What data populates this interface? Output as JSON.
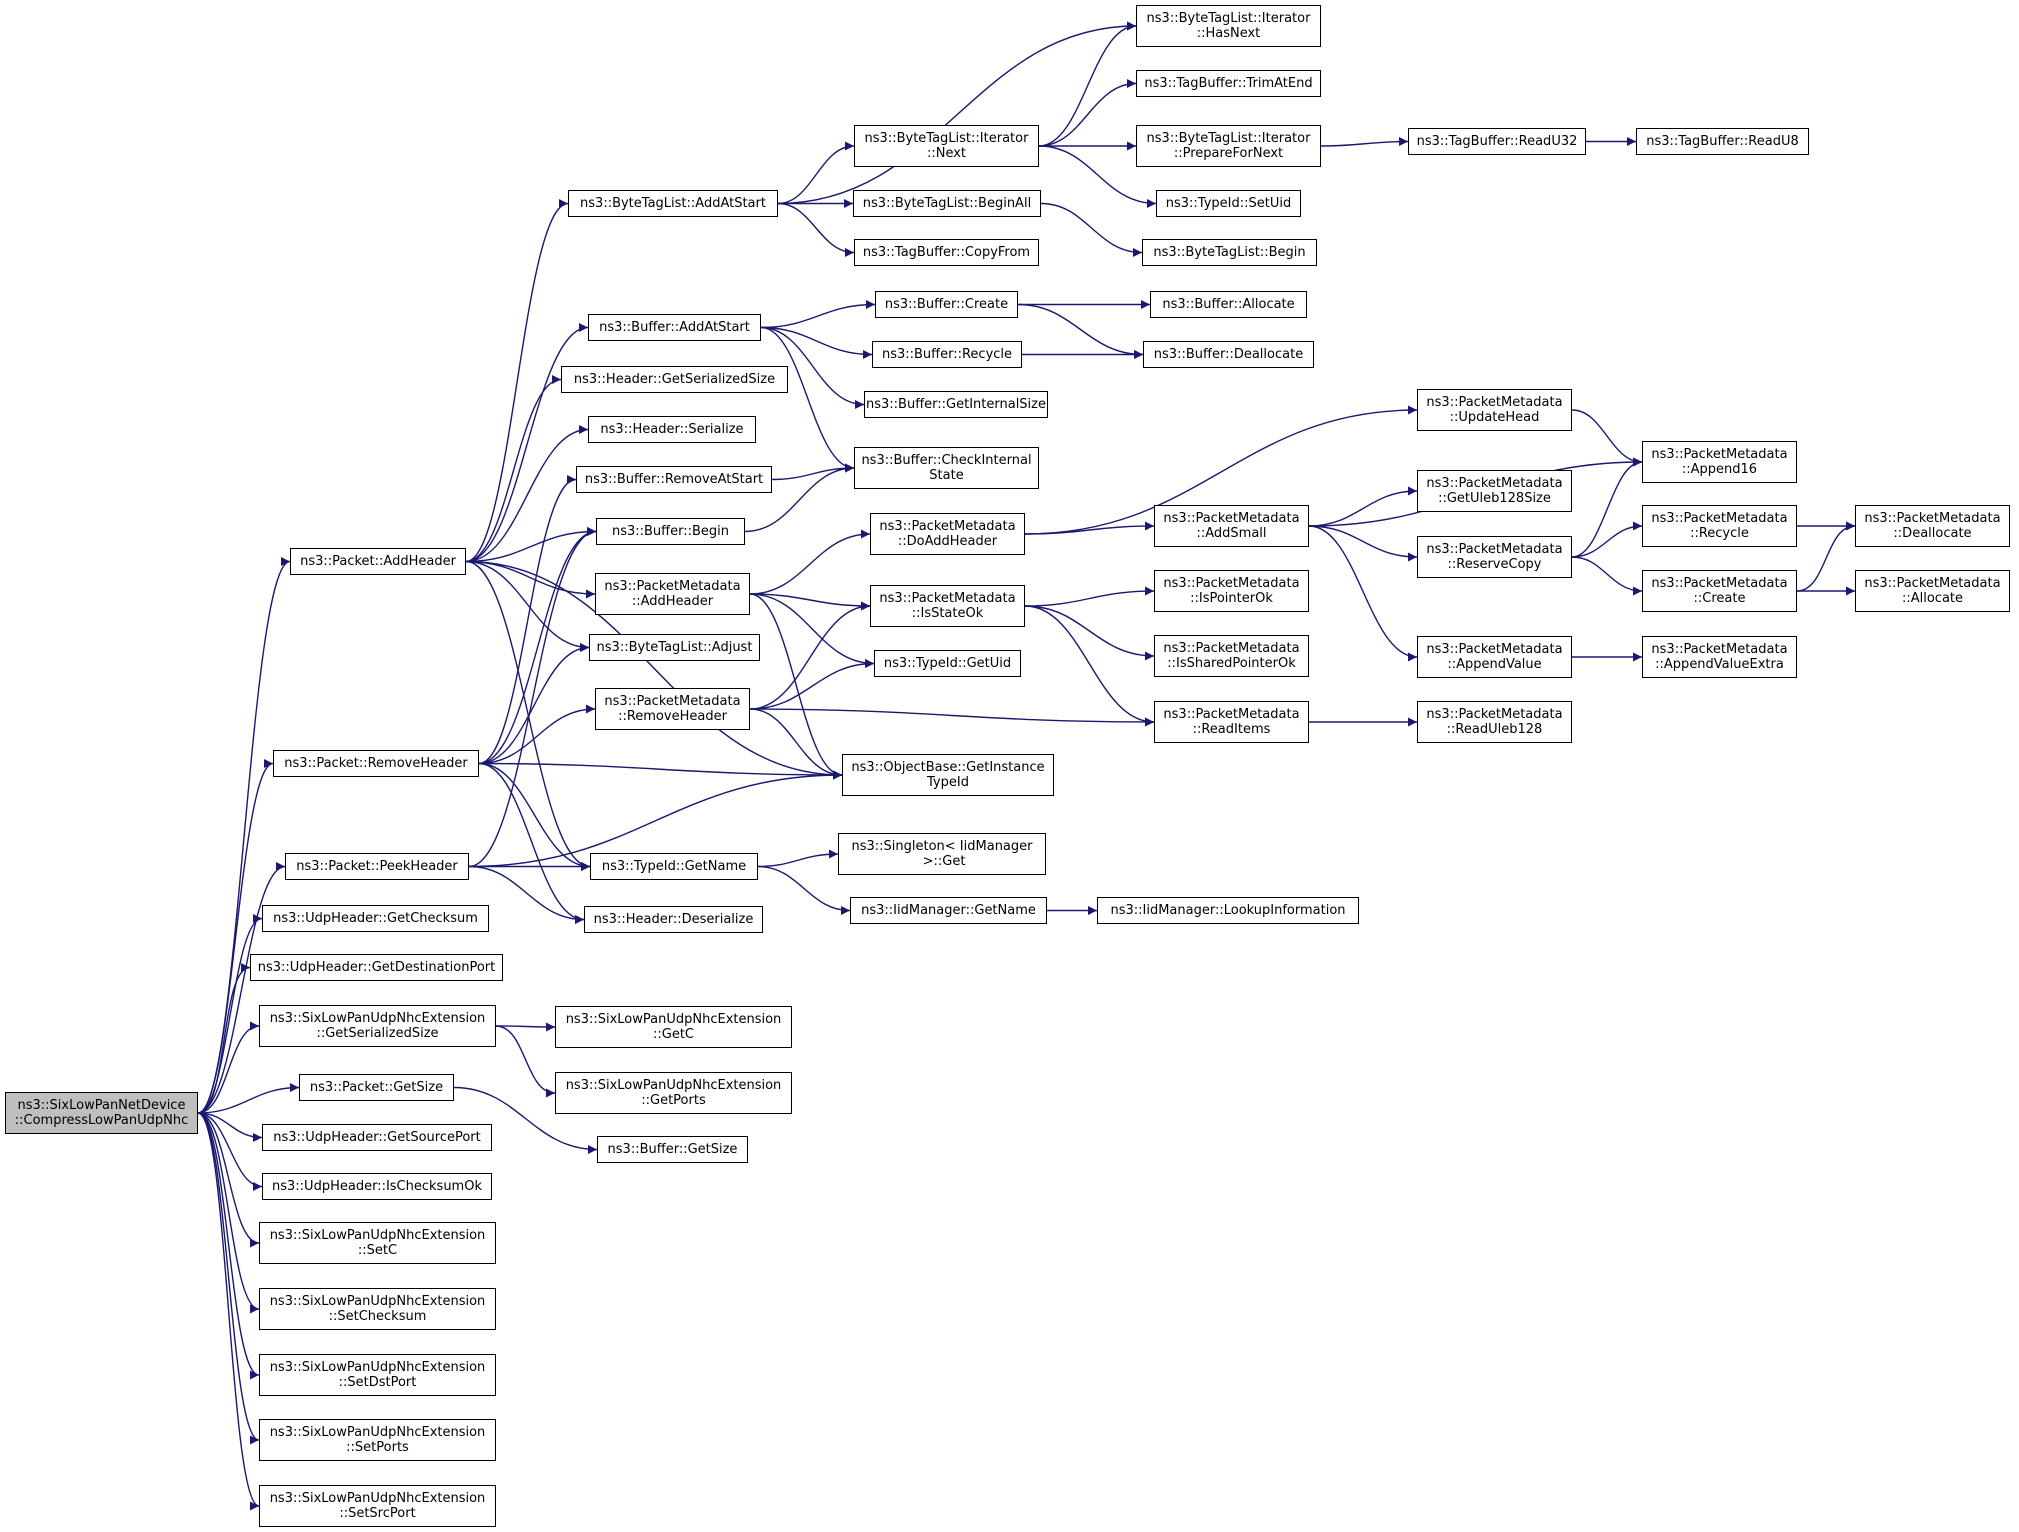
{
  "graph": {
    "edge_color": "#191970",
    "root_fill": "#bfbfbf",
    "nodes": [
      {
        "id": "root",
        "label": "ns3::SixLowPanNetDevice\n::CompressLowPanUdpNhc",
        "root": true
      },
      {
        "id": "addHeader",
        "label": "ns3::Packet::AddHeader"
      },
      {
        "id": "removeHeader",
        "label": "ns3::Packet::RemoveHeader"
      },
      {
        "id": "peekHeader",
        "label": "ns3::Packet::PeekHeader"
      },
      {
        "id": "udpGetChecksum",
        "label": "ns3::UdpHeader::GetChecksum"
      },
      {
        "id": "udpGetDstPort",
        "label": "ns3::UdpHeader::GetDestinationPort"
      },
      {
        "id": "nhcGetSerSize",
        "label": "ns3::SixLowPanUdpNhcExtension\n::GetSerializedSize"
      },
      {
        "id": "pktGetSize",
        "label": "ns3::Packet::GetSize"
      },
      {
        "id": "udpGetSrcPort",
        "label": "ns3::UdpHeader::GetSourcePort"
      },
      {
        "id": "udpIsChecksumOk",
        "label": "ns3::UdpHeader::IsChecksumOk"
      },
      {
        "id": "nhcSetC",
        "label": "ns3::SixLowPanUdpNhcExtension\n::SetC"
      },
      {
        "id": "nhcSetChecksum",
        "label": "ns3::SixLowPanUdpNhcExtension\n::SetChecksum"
      },
      {
        "id": "nhcSetDstPort",
        "label": "ns3::SixLowPanUdpNhcExtension\n::SetDstPort"
      },
      {
        "id": "nhcSetPorts",
        "label": "ns3::SixLowPanUdpNhcExtension\n::SetPorts"
      },
      {
        "id": "nhcSetSrcPort",
        "label": "ns3::SixLowPanUdpNhcExtension\n::SetSrcPort"
      },
      {
        "id": "btlAddAtStart",
        "label": "ns3::ByteTagList::AddAtStart"
      },
      {
        "id": "bufAddAtStart",
        "label": "ns3::Buffer::AddAtStart"
      },
      {
        "id": "hdrGetSerSize",
        "label": "ns3::Header::GetSerializedSize"
      },
      {
        "id": "hdrSerialize",
        "label": "ns3::Header::Serialize"
      },
      {
        "id": "bufRemoveAtStart",
        "label": "ns3::Buffer::RemoveAtStart"
      },
      {
        "id": "bufBegin",
        "label": "ns3::Buffer::Begin"
      },
      {
        "id": "pmAddHeader",
        "label": "ns3::PacketMetadata\n::AddHeader"
      },
      {
        "id": "btlAdjust",
        "label": "ns3::ByteTagList::Adjust"
      },
      {
        "id": "pmRemoveHeader",
        "label": "ns3::PacketMetadata\n::RemoveHeader"
      },
      {
        "id": "typeIdGetName",
        "label": "ns3::TypeId::GetName"
      },
      {
        "id": "hdrDeserialize",
        "label": "ns3::Header::Deserialize"
      },
      {
        "id": "nhcGetC",
        "label": "ns3::SixLowPanUdpNhcExtension\n::GetC"
      },
      {
        "id": "nhcGetPorts",
        "label": "ns3::SixLowPanUdpNhcExtension\n::GetPorts"
      },
      {
        "id": "bufGetSize",
        "label": "ns3::Buffer::GetSize"
      },
      {
        "id": "btliNext",
        "label": "ns3::ByteTagList::Iterator\n::Next"
      },
      {
        "id": "btlBeginAll",
        "label": "ns3::ByteTagList::BeginAll"
      },
      {
        "id": "tbCopyFrom",
        "label": "ns3::TagBuffer::CopyFrom"
      },
      {
        "id": "bufCreate",
        "label": "ns3::Buffer::Create"
      },
      {
        "id": "bufRecycle",
        "label": "ns3::Buffer::Recycle"
      },
      {
        "id": "bufGetInternalSize",
        "label": "ns3::Buffer::GetInternalSize"
      },
      {
        "id": "bufCheckInternalState",
        "label": "ns3::Buffer::CheckInternal\nState"
      },
      {
        "id": "pmDoAddHeader",
        "label": "ns3::PacketMetadata\n::DoAddHeader"
      },
      {
        "id": "pmIsStateOk",
        "label": "ns3::PacketMetadata\n::IsStateOk"
      },
      {
        "id": "typeIdGetUid",
        "label": "ns3::TypeId::GetUid"
      },
      {
        "id": "obGetInstanceTypeId",
        "label": "ns3::ObjectBase::GetInstance\nTypeId"
      },
      {
        "id": "singletonGet",
        "label": "ns3::Singleton< IidManager\n >::Get"
      },
      {
        "id": "iidGetName",
        "label": "ns3::IidManager::GetName"
      },
      {
        "id": "btliHasNext",
        "label": "ns3::ByteTagList::Iterator\n::HasNext"
      },
      {
        "id": "tbTrimAtEnd",
        "label": "ns3::TagBuffer::TrimAtEnd"
      },
      {
        "id": "btliPrepareForNext",
        "label": "ns3::ByteTagList::Iterator\n::PrepareForNext"
      },
      {
        "id": "typeIdSetUid",
        "label": "ns3::TypeId::SetUid"
      },
      {
        "id": "btlBegin",
        "label": "ns3::ByteTagList::Begin"
      },
      {
        "id": "bufAllocate",
        "label": "ns3::Buffer::Allocate"
      },
      {
        "id": "bufDeallocate",
        "label": "ns3::Buffer::Deallocate"
      },
      {
        "id": "pmUpdateHead",
        "label": "ns3::PacketMetadata\n::UpdateHead"
      },
      {
        "id": "pmAddSmall",
        "label": "ns3::PacketMetadata\n::AddSmall"
      },
      {
        "id": "pmIsPointerOk",
        "label": "ns3::PacketMetadata\n::IsPointerOk"
      },
      {
        "id": "pmIsSharedPointerOk",
        "label": "ns3::PacketMetadata\n::IsSharedPointerOk"
      },
      {
        "id": "pmReadItems",
        "label": "ns3::PacketMetadata\n::ReadItems"
      },
      {
        "id": "iidLookupInformation",
        "label": "ns3::IidManager::LookupInformation"
      },
      {
        "id": "tbReadU32",
        "label": "ns3::TagBuffer::ReadU32"
      },
      {
        "id": "tbReadU8",
        "label": "ns3::TagBuffer::ReadU8"
      },
      {
        "id": "pmAppend16",
        "label": "ns3::PacketMetadata\n::Append16"
      },
      {
        "id": "pmGetUleb128Size",
        "label": "ns3::PacketMetadata\n::GetUleb128Size"
      },
      {
        "id": "pmReserveCopy",
        "label": "ns3::PacketMetadata\n::ReserveCopy"
      },
      {
        "id": "pmAppendValue",
        "label": "ns3::PacketMetadata\n::AppendValue"
      },
      {
        "id": "pmReadUleb128",
        "label": "ns3::PacketMetadata\n::ReadUleb128"
      },
      {
        "id": "pmRecycle",
        "label": "ns3::PacketMetadata\n::Recycle"
      },
      {
        "id": "pmCreate",
        "label": "ns3::PacketMetadata\n::Create"
      },
      {
        "id": "pmAppendValueExtra",
        "label": "ns3::PacketMetadata\n::AppendValueExtra"
      },
      {
        "id": "pmDeallocate",
        "label": "ns3::PacketMetadata\n::Deallocate"
      },
      {
        "id": "pmAllocate",
        "label": "ns3::PacketMetadata\n::Allocate"
      }
    ],
    "edges": [
      [
        "root",
        "addHeader"
      ],
      [
        "root",
        "removeHeader"
      ],
      [
        "root",
        "peekHeader"
      ],
      [
        "root",
        "udpGetChecksum"
      ],
      [
        "root",
        "udpGetDstPort"
      ],
      [
        "root",
        "nhcGetSerSize"
      ],
      [
        "root",
        "pktGetSize"
      ],
      [
        "root",
        "udpGetSrcPort"
      ],
      [
        "root",
        "udpIsChecksumOk"
      ],
      [
        "root",
        "nhcSetC"
      ],
      [
        "root",
        "nhcSetChecksum"
      ],
      [
        "root",
        "nhcSetDstPort"
      ],
      [
        "root",
        "nhcSetPorts"
      ],
      [
        "root",
        "nhcSetSrcPort"
      ],
      [
        "addHeader",
        "btlAddAtStart"
      ],
      [
        "addHeader",
        "bufAddAtStart"
      ],
      [
        "addHeader",
        "hdrGetSerSize"
      ],
      [
        "addHeader",
        "hdrSerialize"
      ],
      [
        "addHeader",
        "bufBegin"
      ],
      [
        "addHeader",
        "pmAddHeader"
      ],
      [
        "addHeader",
        "btlAdjust"
      ],
      [
        "addHeader",
        "typeIdGetName"
      ],
      [
        "addHeader",
        "obGetInstanceTypeId"
      ],
      [
        "removeHeader",
        "bufRemoveAtStart"
      ],
      [
        "removeHeader",
        "bufBegin"
      ],
      [
        "removeHeader",
        "btlAdjust"
      ],
      [
        "removeHeader",
        "pmRemoveHeader"
      ],
      [
        "removeHeader",
        "obGetInstanceTypeId"
      ],
      [
        "removeHeader",
        "typeIdGetName"
      ],
      [
        "removeHeader",
        "hdrDeserialize"
      ],
      [
        "peekHeader",
        "bufBegin"
      ],
      [
        "peekHeader",
        "typeIdGetName"
      ],
      [
        "peekHeader",
        "hdrDeserialize"
      ],
      [
        "peekHeader",
        "obGetInstanceTypeId"
      ],
      [
        "nhcGetSerSize",
        "nhcGetC"
      ],
      [
        "nhcGetSerSize",
        "nhcGetPorts"
      ],
      [
        "pktGetSize",
        "bufGetSize"
      ],
      [
        "btlAddAtStart",
        "btliHasNext"
      ],
      [
        "btlAddAtStart",
        "btliNext"
      ],
      [
        "btlAddAtStart",
        "btlBeginAll"
      ],
      [
        "btlAddAtStart",
        "tbCopyFrom"
      ],
      [
        "btliNext",
        "btliHasNext"
      ],
      [
        "btliNext",
        "tbTrimAtEnd"
      ],
      [
        "btliNext",
        "btliPrepareForNext"
      ],
      [
        "btliNext",
        "typeIdSetUid"
      ],
      [
        "btlBeginAll",
        "btlBegin"
      ],
      [
        "btliPrepareForNext",
        "tbReadU32"
      ],
      [
        "tbReadU32",
        "tbReadU8"
      ],
      [
        "bufAddAtStart",
        "bufCreate"
      ],
      [
        "bufAddAtStart",
        "bufRecycle"
      ],
      [
        "bufAddAtStart",
        "bufGetInternalSize"
      ],
      [
        "bufAddAtStart",
        "bufCheckInternalState"
      ],
      [
        "bufCreate",
        "bufAllocate"
      ],
      [
        "bufCreate",
        "bufDeallocate"
      ],
      [
        "bufRecycle",
        "bufDeallocate"
      ],
      [
        "bufRemoveAtStart",
        "bufCheckInternalState"
      ],
      [
        "bufBegin",
        "bufCheckInternalState"
      ],
      [
        "pmAddHeader",
        "pmDoAddHeader"
      ],
      [
        "pmAddHeader",
        "pmIsStateOk"
      ],
      [
        "pmAddHeader",
        "typeIdGetUid"
      ],
      [
        "pmAddHeader",
        "obGetInstanceTypeId"
      ],
      [
        "pmRemoveHeader",
        "pmIsStateOk"
      ],
      [
        "pmRemoveHeader",
        "typeIdGetUid"
      ],
      [
        "pmRemoveHeader",
        "pmReadItems"
      ],
      [
        "pmRemoveHeader",
        "obGetInstanceTypeId"
      ],
      [
        "pmDoAddHeader",
        "pmUpdateHead"
      ],
      [
        "pmDoAddHeader",
        "pmAddSmall"
      ],
      [
        "pmIsStateOk",
        "pmIsPointerOk"
      ],
      [
        "pmIsStateOk",
        "pmIsSharedPointerOk"
      ],
      [
        "pmIsStateOk",
        "pmReadItems"
      ],
      [
        "typeIdGetName",
        "singletonGet"
      ],
      [
        "typeIdGetName",
        "iidGetName"
      ],
      [
        "iidGetName",
        "iidLookupInformation"
      ],
      [
        "pmUpdateHead",
        "pmAppend16"
      ],
      [
        "pmAddSmall",
        "pmAppend16"
      ],
      [
        "pmAddSmall",
        "pmGetUleb128Size"
      ],
      [
        "pmAddSmall",
        "pmReserveCopy"
      ],
      [
        "pmAddSmall",
        "pmAppendValue"
      ],
      [
        "pmReserveCopy",
        "pmAppend16"
      ],
      [
        "pmReserveCopy",
        "pmRecycle"
      ],
      [
        "pmReserveCopy",
        "pmCreate"
      ],
      [
        "pmAppendValue",
        "pmAppendValueExtra"
      ],
      [
        "pmReadItems",
        "pmReadUleb128"
      ],
      [
        "pmRecycle",
        "pmDeallocate"
      ],
      [
        "pmCreate",
        "pmDeallocate"
      ],
      [
        "pmCreate",
        "pmAllocate"
      ]
    ]
  }
}
